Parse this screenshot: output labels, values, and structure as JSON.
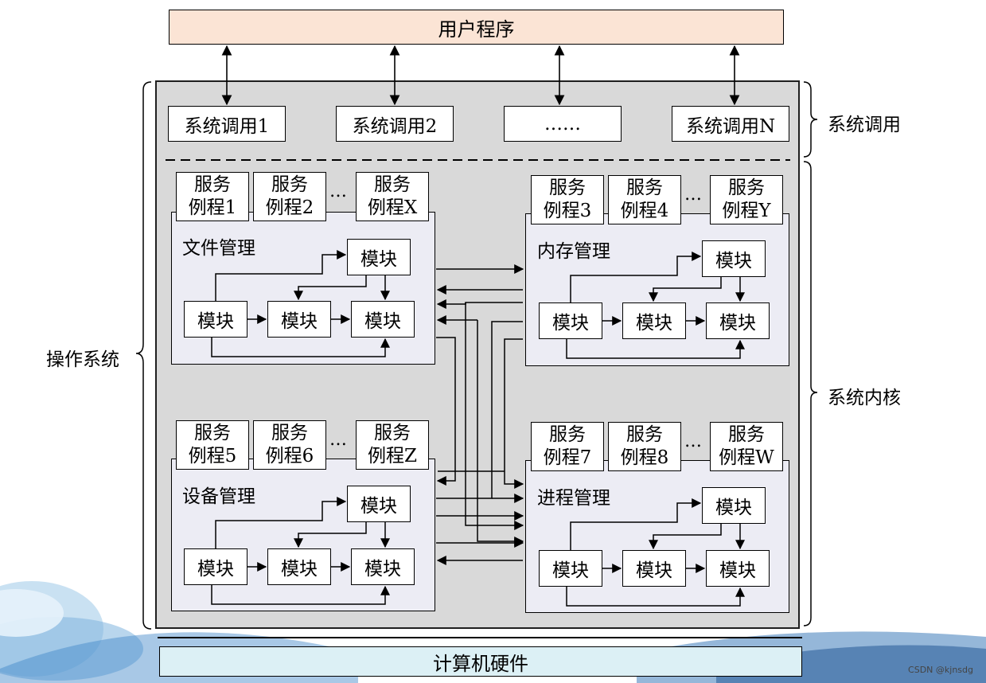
{
  "user_program": "用户程序",
  "hardware": "计算机硬件",
  "os_label": "操作系统",
  "syscall_layer_label": "系统调用",
  "kernel_label": "系统内核",
  "syscalls": [
    "系统调用1",
    "系统调用2",
    "……",
    "系统调用N"
  ],
  "ellipsis": "…",
  "module_label": "模块",
  "subsystems": [
    {
      "title": "文件管理",
      "services": [
        [
          "服务",
          "例程1"
        ],
        [
          "服务",
          "例程2"
        ],
        [
          "服务",
          "例程X"
        ]
      ]
    },
    {
      "title": "内存管理",
      "services": [
        [
          "服务",
          "例程3"
        ],
        [
          "服务",
          "例程4"
        ],
        [
          "服务",
          "例程Y"
        ]
      ]
    },
    {
      "title": "设备管理",
      "services": [
        [
          "服务",
          "例程5"
        ],
        [
          "服务",
          "例程6"
        ],
        [
          "服务",
          "例程Z"
        ]
      ]
    },
    {
      "title": "进程管理",
      "services": [
        [
          "服务",
          "例程7"
        ],
        [
          "服务",
          "例程8"
        ],
        [
          "服务",
          "例程W"
        ]
      ]
    }
  ],
  "watermark": "CSDN @kjnsdg",
  "colors": {
    "user_bar": "#fbe4d5",
    "hardware_bar": "#dcf0f5",
    "os_bg": "#d9d9d9",
    "subsystem_bg": "#ececf4"
  }
}
